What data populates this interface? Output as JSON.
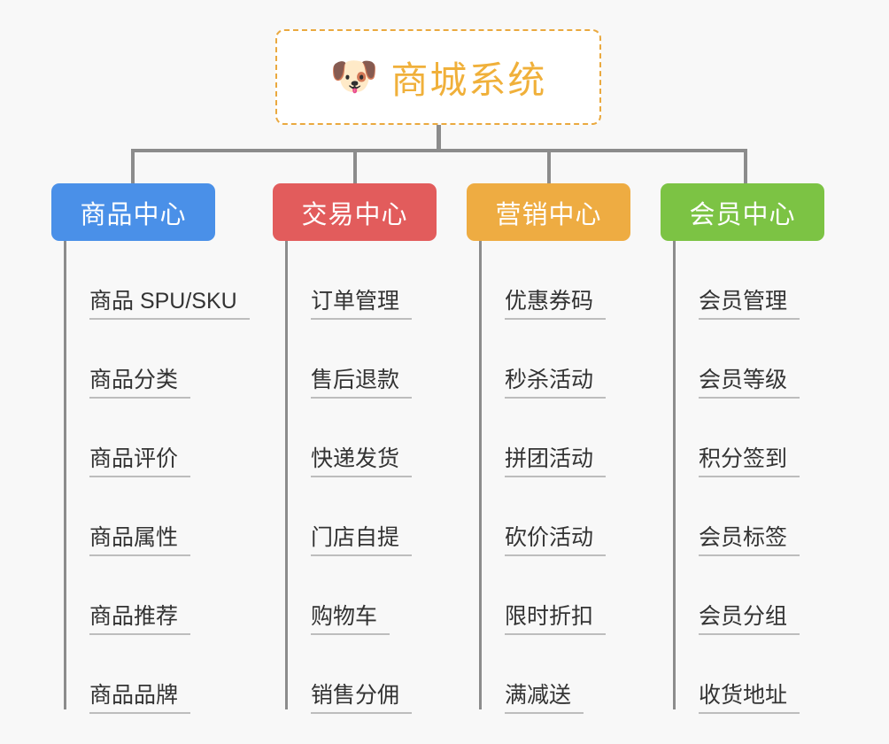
{
  "root": {
    "icon": "dog-face-icon",
    "emoji": "🐶",
    "title": "商城系统",
    "border_color": "#eaa93f",
    "text_color": "#f0b03a",
    "background": "#ffffff"
  },
  "canvas": {
    "background": "#f8f8f8",
    "connector_color": "#8c8c8c",
    "leaf_text_color": "#333333",
    "leaf_underline_color": "#bdbdbd"
  },
  "categories": [
    {
      "label": "商品中心",
      "color": "#4a90e8",
      "items": [
        "商品 SPU/SKU",
        "商品分类",
        "商品评价",
        "商品属性",
        "商品推荐",
        "商品品牌"
      ]
    },
    {
      "label": "交易中心",
      "color": "#e25c5c",
      "items": [
        "订单管理",
        "售后退款",
        "快递发货",
        "门店自提",
        "购物车",
        "销售分佣"
      ]
    },
    {
      "label": "营销中心",
      "color": "#eeac42",
      "items": [
        "优惠券码",
        "秒杀活动",
        "拼团活动",
        "砍价活动",
        "限时折扣",
        "满减送"
      ]
    },
    {
      "label": "会员中心",
      "color": "#7cc344",
      "items": [
        "会员管理",
        "会员等级",
        "积分签到",
        "会员标签",
        "会员分组",
        "收货地址"
      ]
    }
  ]
}
